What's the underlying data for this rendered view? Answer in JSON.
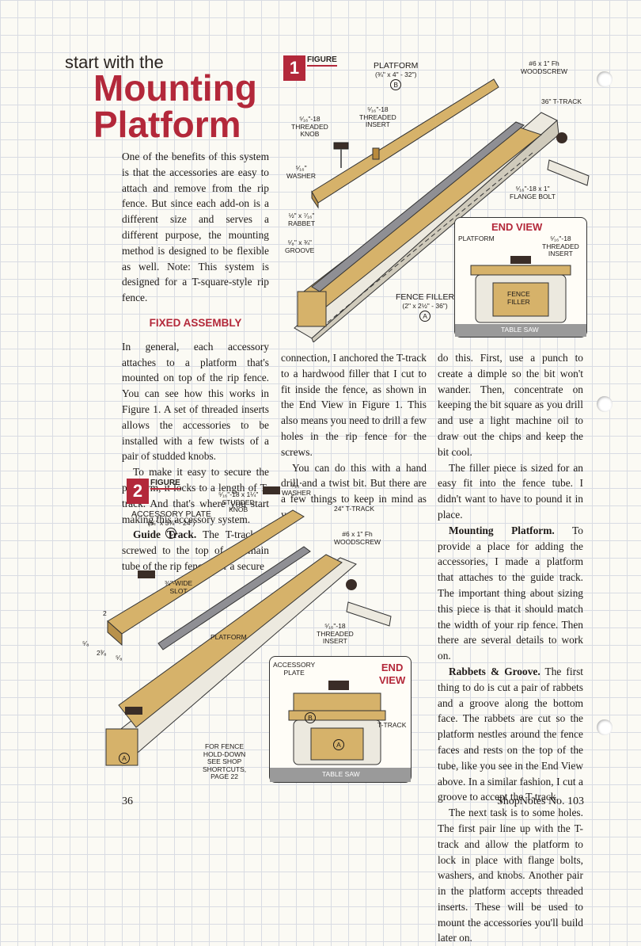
{
  "heading": {
    "kicker": "start with the",
    "title_line1": "Mounting",
    "title_line2": "Platform"
  },
  "col1": {
    "intro": "One of the benefits of this system is that the accessories are easy to attach and remove from the rip fence. But since each add-on is a different size and serves a different purpose, the mounting method is designed to be flexible as well. Note: This system is designed for a T-square-style rip fence.",
    "subhead": "FIXED ASSEMBLY",
    "p1": "In general, each accessory attaches to a platform that's mounted on top of the rip fence. You can see how this works in Figure 1. A set of threaded inserts allows the accessories to be installed with a few twists of a pair of studded knobs.",
    "p2": "To make it easy to secure the platform, it locks to a length of T-track. And that's where you start making this accessory system.",
    "p3_runin": "Guide Track.",
    "p3": " The T-track is screwed to the top of the main tube of the rip fence. For a secure"
  },
  "col2": {
    "p1": "connection, I anchored the T-track to a hardwood filler that I cut to fit inside the fence, as shown in the End View in Figure 1. This also means you need to drill a few holes in the rip fence for the screws.",
    "p2": "You can do this with a hand drill and a twist bit. But there are a few things to keep in mind as you"
  },
  "col3": {
    "p1": "do this. First, use a punch to create a dimple so the bit won't wander. Then, concentrate on keeping the bit square as you drill and use a light machine oil to draw out the chips and keep the bit cool.",
    "p2": "The filler piece is sized for an easy fit into the fence tube. I didn't want to have to pound it in place.",
    "p3_runin": "Mounting Platform.",
    "p3": " To provide a place for adding the accessories, I made a platform that attaches to the guide track. The important thing about sizing this piece is that it should match the width of your rip fence. Then there are several details to work on.",
    "p4_runin": "Rabbets & Groove.",
    "p4": " The first thing to do is cut a pair of rabbets and a groove along the bottom face. The rabbets are cut so the platform nestles around the fence faces and rests on the top of the tube, like you see in the End View above. In a similar fashion, I cut a groove to accept the T-track.",
    "p5": "The next task is to some holes. The first pair line up with the T-track and allow the platform to lock in place with flange bolts, washers, and knobs. Another pair in the platform accepts threaded inserts. These will be used to mount the accessories you'll build later on."
  },
  "figure1": {
    "tag": "1",
    "word": "FIGURE",
    "platform": "PLATFORM",
    "platform_dims": "(¾\" x 4\" - 32\")",
    "platform_part": "B",
    "woodscrew": "#6 x 1\" Fh\nWOODSCREW",
    "ttrack": "36\" T-TRACK",
    "insert": "⁵⁄₁₆\"-18\nTHREADED\nINSERT",
    "knob": "⁵⁄₁₆\"-18\nTHREADED\nKNOB",
    "washer": "⁵⁄₁₆\"\nWASHER",
    "rabbet": "½\" x ⁷⁄₁₆\"\nRABBET",
    "groove": "⁵⁄₈\" x ¾\"\nGROOVE",
    "flange": "⁵⁄₁₆\"-18 x 1\"\nFLANGE BOLT",
    "filler": "FENCE FILLER",
    "filler_dims": "(2\" x 2½\" - 36\")",
    "filler_part": "A",
    "end_title": "END VIEW",
    "end_platform": "PLATFORM",
    "end_insert": "⁵⁄₁₆\"-18\nTHREADED\nINSERT",
    "end_filler": "FENCE\nFILLER",
    "end_saw": "TABLE SAW"
  },
  "figure2": {
    "tag": "2",
    "word": "FIGURE",
    "stud_knob": "⁵⁄₁₆\"-18 x 1¼\"\nSTUDDED\nKNOB",
    "washer": "⁵⁄₁₆\"\nWASHER",
    "ttrack": "24\" T-TRACK",
    "plate": "ACCESSORY PLATE",
    "plate_dims": "(¾\" x 3⅝\" - 24\")",
    "plate_part": "C",
    "woodscrew": "#6 x 1\" Fh\nWOODSCREW",
    "slot": "⅜\"-WIDE\nSLOT",
    "platform": "PLATFORM",
    "insert": "⁵⁄₁₆\"-18\nTHREADED\nINSERT",
    "dim_2": "2",
    "dim_58a": "⁵⁄₈",
    "dim_238": "2³⁄₈",
    "dim_58b": "⁵⁄₈",
    "holddown": "FOR FENCE\nHOLD-DOWN\nSEE SHOP\nSHORTCUTS,\nPAGE 22",
    "part_a": "A",
    "end_title_1": "END",
    "end_title_2": "VIEW",
    "end_plate": "ACCESSORY\nPLATE",
    "end_ttrack": "T-TRACK",
    "end_b": "B",
    "end_a": "A",
    "end_saw": "TABLE SAW"
  },
  "footer": {
    "page": "36",
    "magazine": "ShopNotes No. 103"
  },
  "colors": {
    "accent": "#b3283a",
    "wood": "#d6b26a",
    "fence": "#ece9df",
    "metal": "#8f8f94"
  }
}
